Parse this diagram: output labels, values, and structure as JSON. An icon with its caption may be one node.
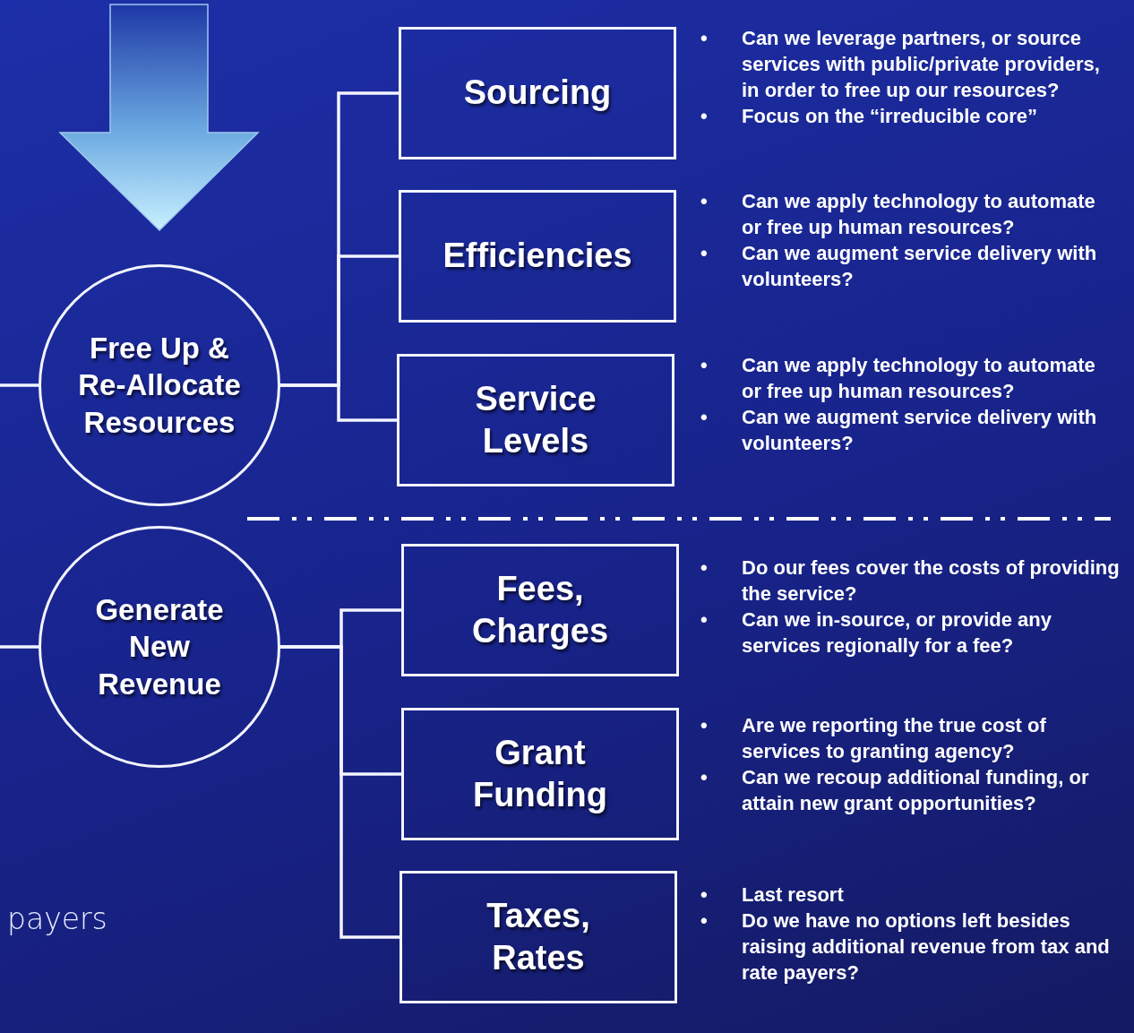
{
  "diagram": {
    "nodes": [
      {
        "text": [
          "Free Up & Re-Allocate Resources"
        ]
      },
      {
        "text": [
          "Sourcing"
        ],
        "beside": [
          "•",
          "Can we leverage partners, or source services with public/private providers, in order to free up our resources?",
          "•",
          "Focus on the “irreducible core”"
        ]
      },
      {
        "text": [
          "Efficiencies"
        ],
        "beside": [
          "•",
          "Can we apply technology to automate or free up human resources?",
          "•",
          "Can we augment service delivery with volunteers?"
        ]
      },
      {
        "text": [
          "Service Levels"
        ],
        "beside": [
          "•",
          "Can we apply technology to automate or free up human resources?",
          "•",
          "Can we augment service delivery with volunteers?"
        ]
      },
      {
        "text": [
          "Generate New Revenue"
        ]
      },
      {
        "text": [
          "Fees, Charges"
        ],
        "beside": [
          "•",
          "Do our fees cover the costs of providing the service?",
          "•",
          "Can we in-source, or provide any services regionally for a fee?"
        ]
      },
      {
        "text": [
          "Grant Funding"
        ],
        "beside": [
          "•",
          "Are we reporting the true cost of services to granting agency?",
          "•",
          "Can we recoup additional funding, or attain new grant opportunities?"
        ]
      },
      {
        "text": [
          "Taxes, Rates"
        ],
        "beside": [
          "•",
          "Last resort",
          "•",
          "Do we have no options left besides raising additional revenue from tax and rate payers?"
        ]
      }
    ],
    "edges": [
      {
        "from": null,
        "to": 0,
        "arrow": "none"
      },
      {
        "from": null,
        "to": 4,
        "arrow": "none"
      },
      {
        "from": 0,
        "to": 1,
        "arrow": "none"
      },
      {
        "from": 0,
        "to": 2,
        "arrow": "none"
      },
      {
        "from": 0,
        "to": 3,
        "arrow": "none"
      },
      {
        "from": 4,
        "to": 5,
        "arrow": "none"
      },
      {
        "from": 4,
        "to": 6,
        "arrow": "none"
      },
      {
        "from": 4,
        "to": 7,
        "arrow": "none"
      }
    ],
    "labels": [
      "payers"
    ]
  }
}
